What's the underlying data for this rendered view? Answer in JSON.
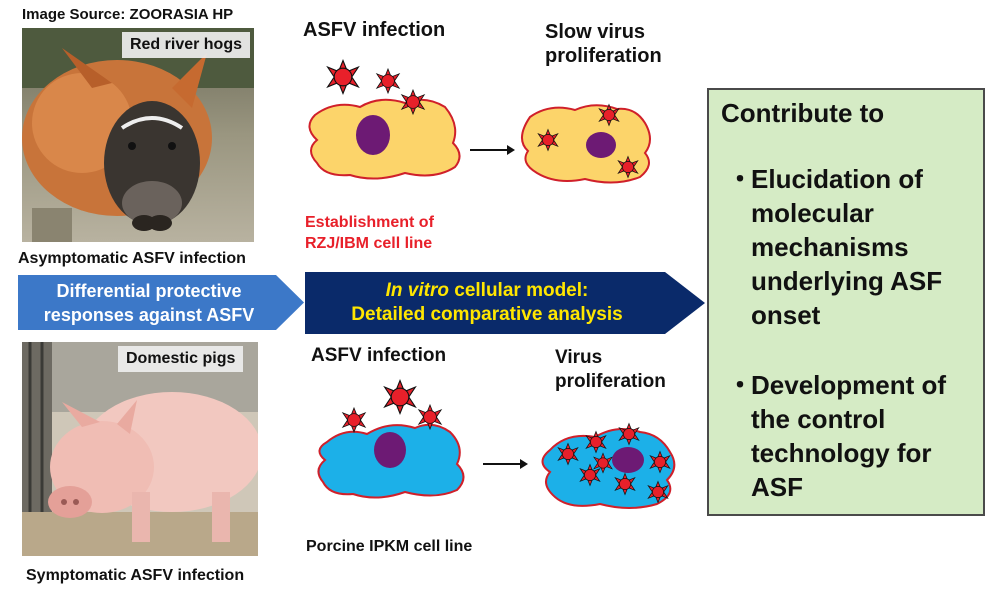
{
  "image_source": "Image Source: ZOORASIA HP",
  "top_photo": {
    "label": "Red river hogs",
    "caption": "Asymptomatic ASFV infection"
  },
  "bottom_photo": {
    "label": "Domestic pigs",
    "caption": "Symptomatic ASFV infection"
  },
  "left_arrow": {
    "line1": "Differential protective",
    "line2": "responses  against ASFV"
  },
  "center_arrow": {
    "line1_italic": "In vitro",
    "line1_rest": " cellular model:",
    "line2": "Detailed comparative analysis"
  },
  "top_row": {
    "infection_title": "ASFV infection",
    "result_title_1": "Slow virus",
    "result_title_2": "proliferation",
    "cell_line_1": "Establishment of",
    "cell_line_2": "RZJ/IBM cell line"
  },
  "bottom_row": {
    "infection_title": "ASFV infection",
    "result_title_1": "Virus",
    "result_title_2": "proliferation",
    "cell_line": "Porcine IPKM cell line"
  },
  "outcome_box": {
    "title": "Contribute to",
    "bullet_symbol": "・",
    "bullets": [
      "Elucidation of molecular mechanisms underlying ASF onset",
      "Development of the control technology for ASF"
    ]
  },
  "colors": {
    "asymptomatic_cell": "#fcd46a",
    "symptomatic_cell": "#1cb0e8",
    "cell_outline": "#d0202a",
    "nucleus": "#6d1a74",
    "virus": "#e8202a",
    "left_arrow": "#3c78c8",
    "center_arrow": "#0a2a6a",
    "center_arrow_text": "#ffe600",
    "outcome_box": "#d5ebc5"
  }
}
